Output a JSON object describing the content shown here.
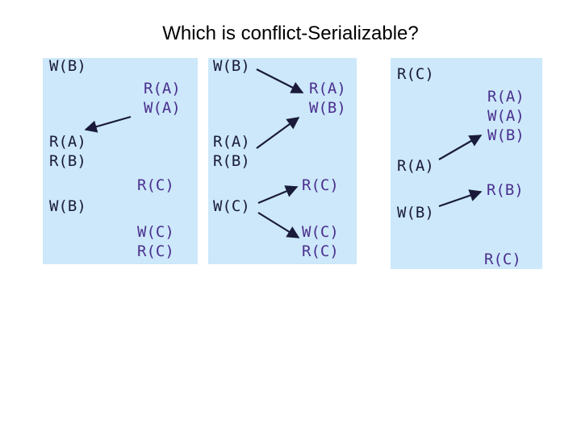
{
  "title": "Which is conflict-Serializable?",
  "colors": {
    "panel": "#cce8fa",
    "t1_text": "#1a1a3a",
    "t2_text": "#4b2f8f",
    "arrow": "#1a1a3a"
  },
  "schedules": [
    {
      "t1_ops": [
        {
          "id": "wb1",
          "lines": [
            "W(B)"
          ]
        },
        {
          "id": "rarb",
          "lines": [
            "R(A)",
            "R(B)"
          ]
        },
        {
          "id": "wb2",
          "lines": [
            "W(B)"
          ]
        }
      ],
      "t2_ops": [
        {
          "id": "rawa",
          "lines": [
            "R(A)",
            "W(A)"
          ]
        },
        {
          "id": "rc1",
          "lines": [
            "R(C)"
          ]
        },
        {
          "id": "wcrc",
          "lines": [
            "W(C)",
            "R(C)"
          ]
        }
      ]
    },
    {
      "t1_ops": [
        {
          "id": "wb1",
          "lines": [
            "W(B)"
          ]
        },
        {
          "id": "rarb",
          "lines": [
            "R(A)",
            "R(B)"
          ]
        },
        {
          "id": "wc",
          "lines": [
            "W(C)"
          ]
        }
      ],
      "t2_ops": [
        {
          "id": "rawb",
          "lines": [
            "R(A)",
            "W(B)"
          ]
        },
        {
          "id": "rc1",
          "lines": [
            "R(C)"
          ]
        },
        {
          "id": "wcrc",
          "lines": [
            "W(C)",
            "R(C)"
          ]
        }
      ]
    },
    {
      "t1_ops": [
        {
          "id": "rc",
          "lines": [
            "R(C)"
          ]
        },
        {
          "id": "ra",
          "lines": [
            "R(A)"
          ]
        },
        {
          "id": "wb",
          "lines": [
            "W(B)"
          ]
        }
      ],
      "t2_ops": [
        {
          "id": "rawawb",
          "lines": [
            "R(A)",
            "W(A)",
            "W(B)"
          ]
        },
        {
          "id": "rb",
          "lines": [
            "R(B)"
          ]
        },
        {
          "id": "rc",
          "lines": [
            "R(C)"
          ]
        }
      ]
    }
  ]
}
